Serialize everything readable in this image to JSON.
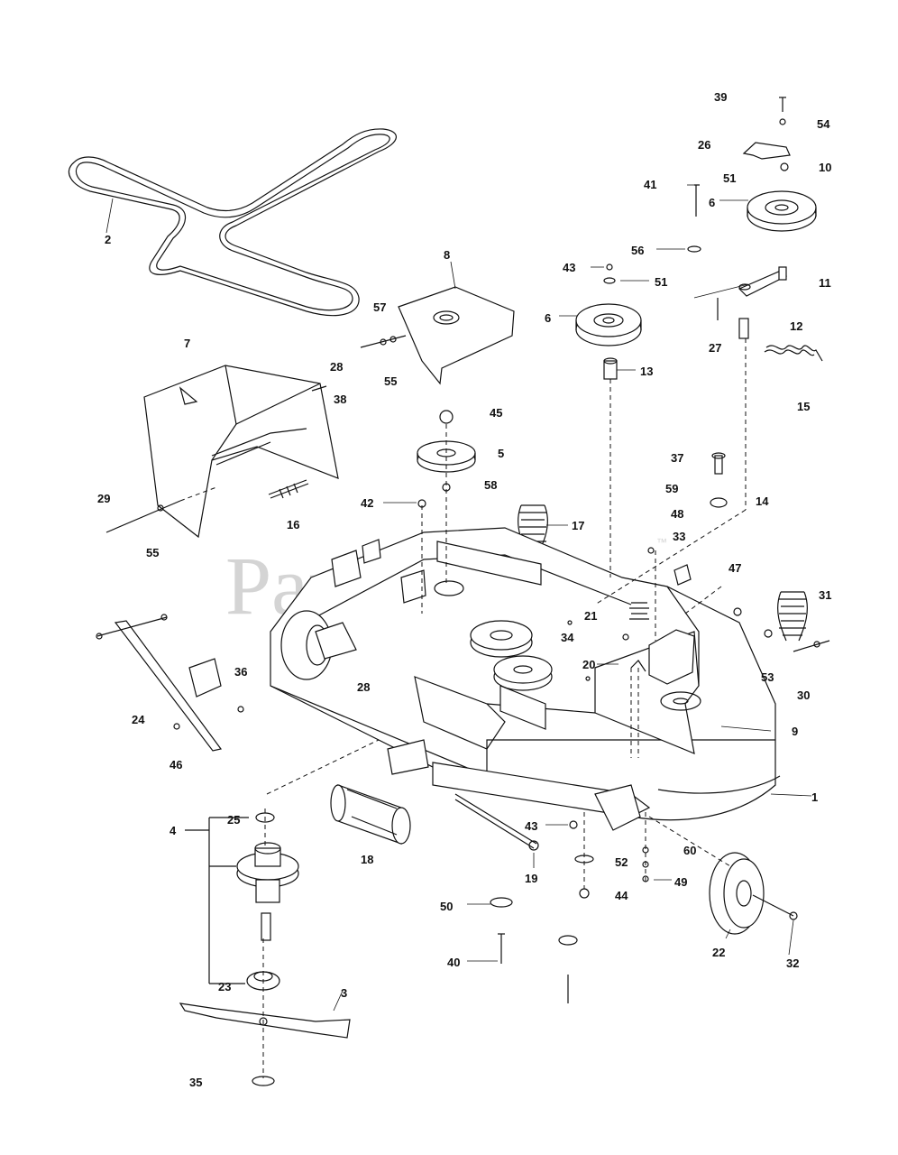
{
  "diagram": {
    "watermark": "PartsTree",
    "watermark_tm": "™",
    "labels": [
      "1",
      "2",
      "3",
      "4",
      "5",
      "6",
      "6",
      "7",
      "8",
      "9",
      "10",
      "11",
      "12",
      "13",
      "14",
      "15",
      "16",
      "17",
      "18",
      "19",
      "20",
      "21",
      "22",
      "23",
      "24",
      "25",
      "26",
      "27",
      "28",
      "28",
      "29",
      "30",
      "31",
      "32",
      "33",
      "34",
      "35",
      "36",
      "37",
      "38",
      "39",
      "40",
      "41",
      "42",
      "43",
      "43",
      "44",
      "45",
      "46",
      "47",
      "48",
      "49",
      "50",
      "51",
      "51",
      "52",
      "53",
      "54",
      "55",
      "55",
      "56",
      "57",
      "58",
      "59",
      "60"
    ]
  }
}
